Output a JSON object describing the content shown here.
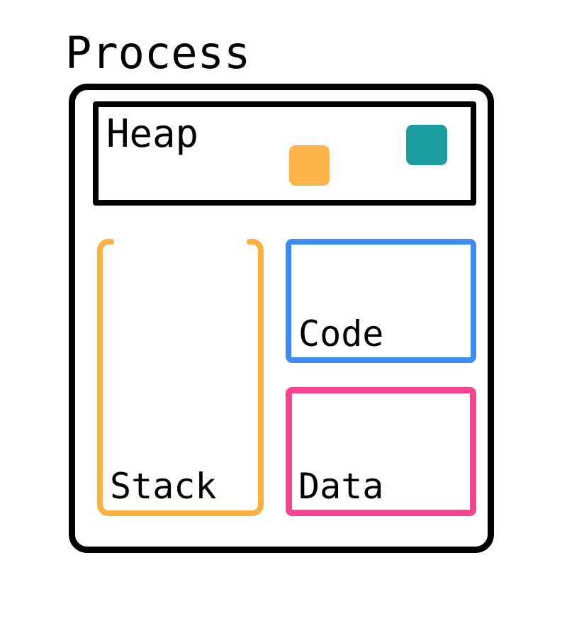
{
  "diagram": {
    "title": "Process",
    "type": "process-memory-layout",
    "outer_border_color": "#000000",
    "background_color": "#ffffff",
    "regions": {
      "heap": {
        "label": "Heap",
        "border_color": "#000000",
        "blocks": [
          {
            "name": "heap-block-orange",
            "color": "#fdb44b"
          },
          {
            "name": "heap-block-teal",
            "color": "#1c9c9c"
          }
        ]
      },
      "stack": {
        "label": "Stack",
        "border_color": "#fbb040",
        "open_side": "top"
      },
      "code": {
        "label": "Code",
        "border_color": "#3d8bf5"
      },
      "data": {
        "label": "Data",
        "border_color": "#fa4391"
      }
    }
  }
}
